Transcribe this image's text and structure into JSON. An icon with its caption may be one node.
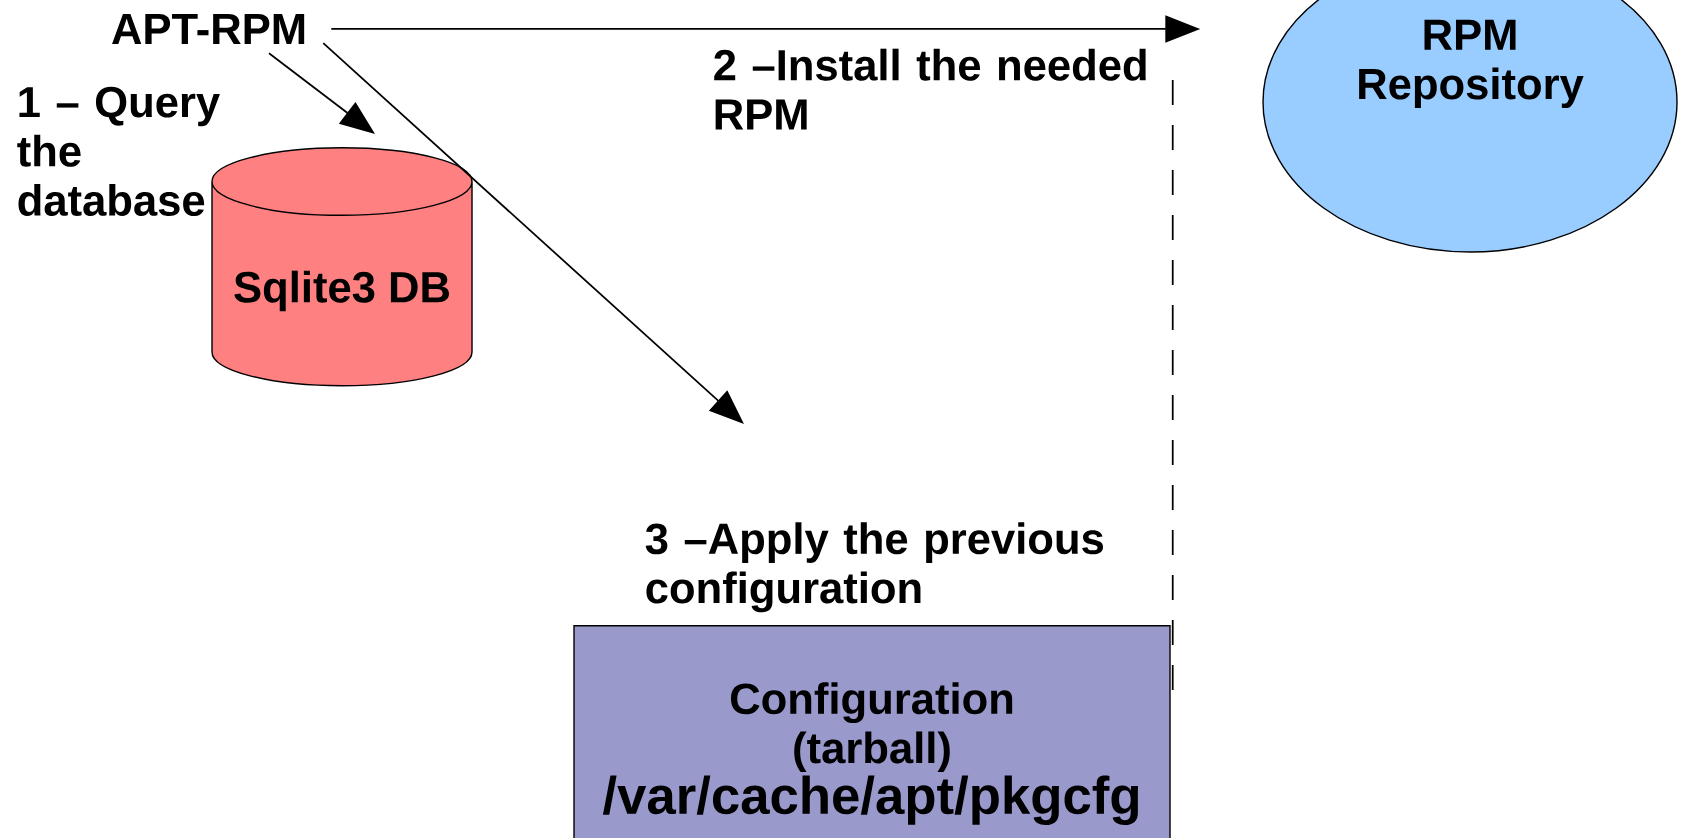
{
  "diagram": {
    "nodes": [
      {
        "text": [
          "APT-RPM"
        ]
      },
      {
        "text": [
          "RPM Repository"
        ]
      },
      {
        "text": [
          "Sqlite3 DB"
        ]
      },
      {
        "text": [
          "Configuration (tarball)",
          "/var/cache/apt/pkgcfg"
        ],
        "beside": [
          "3 –Apply the previous configuration"
        ]
      }
    ],
    "edges": [
      {
        "from": 0,
        "to": 1,
        "arrow": "to"
      },
      {
        "from": 0,
        "to": 2,
        "arrow": "to"
      },
      {
        "from": 0,
        "to": null,
        "arrow": "to"
      },
      {
        "from": 3,
        "to": 1,
        "arrow": "none",
        "style": "dashed"
      }
    ],
    "labels": [
      "1 – Query the database",
      "2 –Install the needed RPM"
    ]
  }
}
